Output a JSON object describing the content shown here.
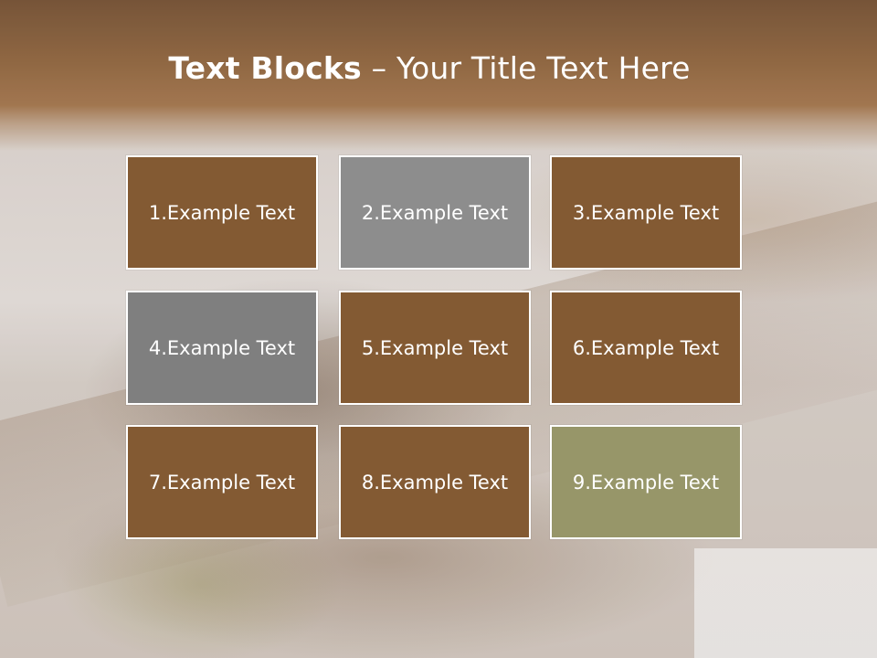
{
  "title": {
    "bold": "Text Blocks",
    "separator": "–",
    "rest": "Your Title Text Here"
  },
  "blocks": [
    {
      "label": "1.Example Text",
      "color": "#835a33"
    },
    {
      "label": "2.Example Text",
      "color": "#8d8d8d"
    },
    {
      "label": "3.Example Text",
      "color": "#835a33"
    },
    {
      "label": "4.Example Text",
      "color": "#7f7f7f"
    },
    {
      "label": "5.Example Text",
      "color": "#835a33"
    },
    {
      "label": "6.Example Text",
      "color": "#835a33"
    },
    {
      "label": "7.Example Text",
      "color": "#835a33"
    },
    {
      "label": "8.Example Text",
      "color": "#835a33"
    },
    {
      "label": "9.Example Text",
      "color": "#979669"
    }
  ]
}
